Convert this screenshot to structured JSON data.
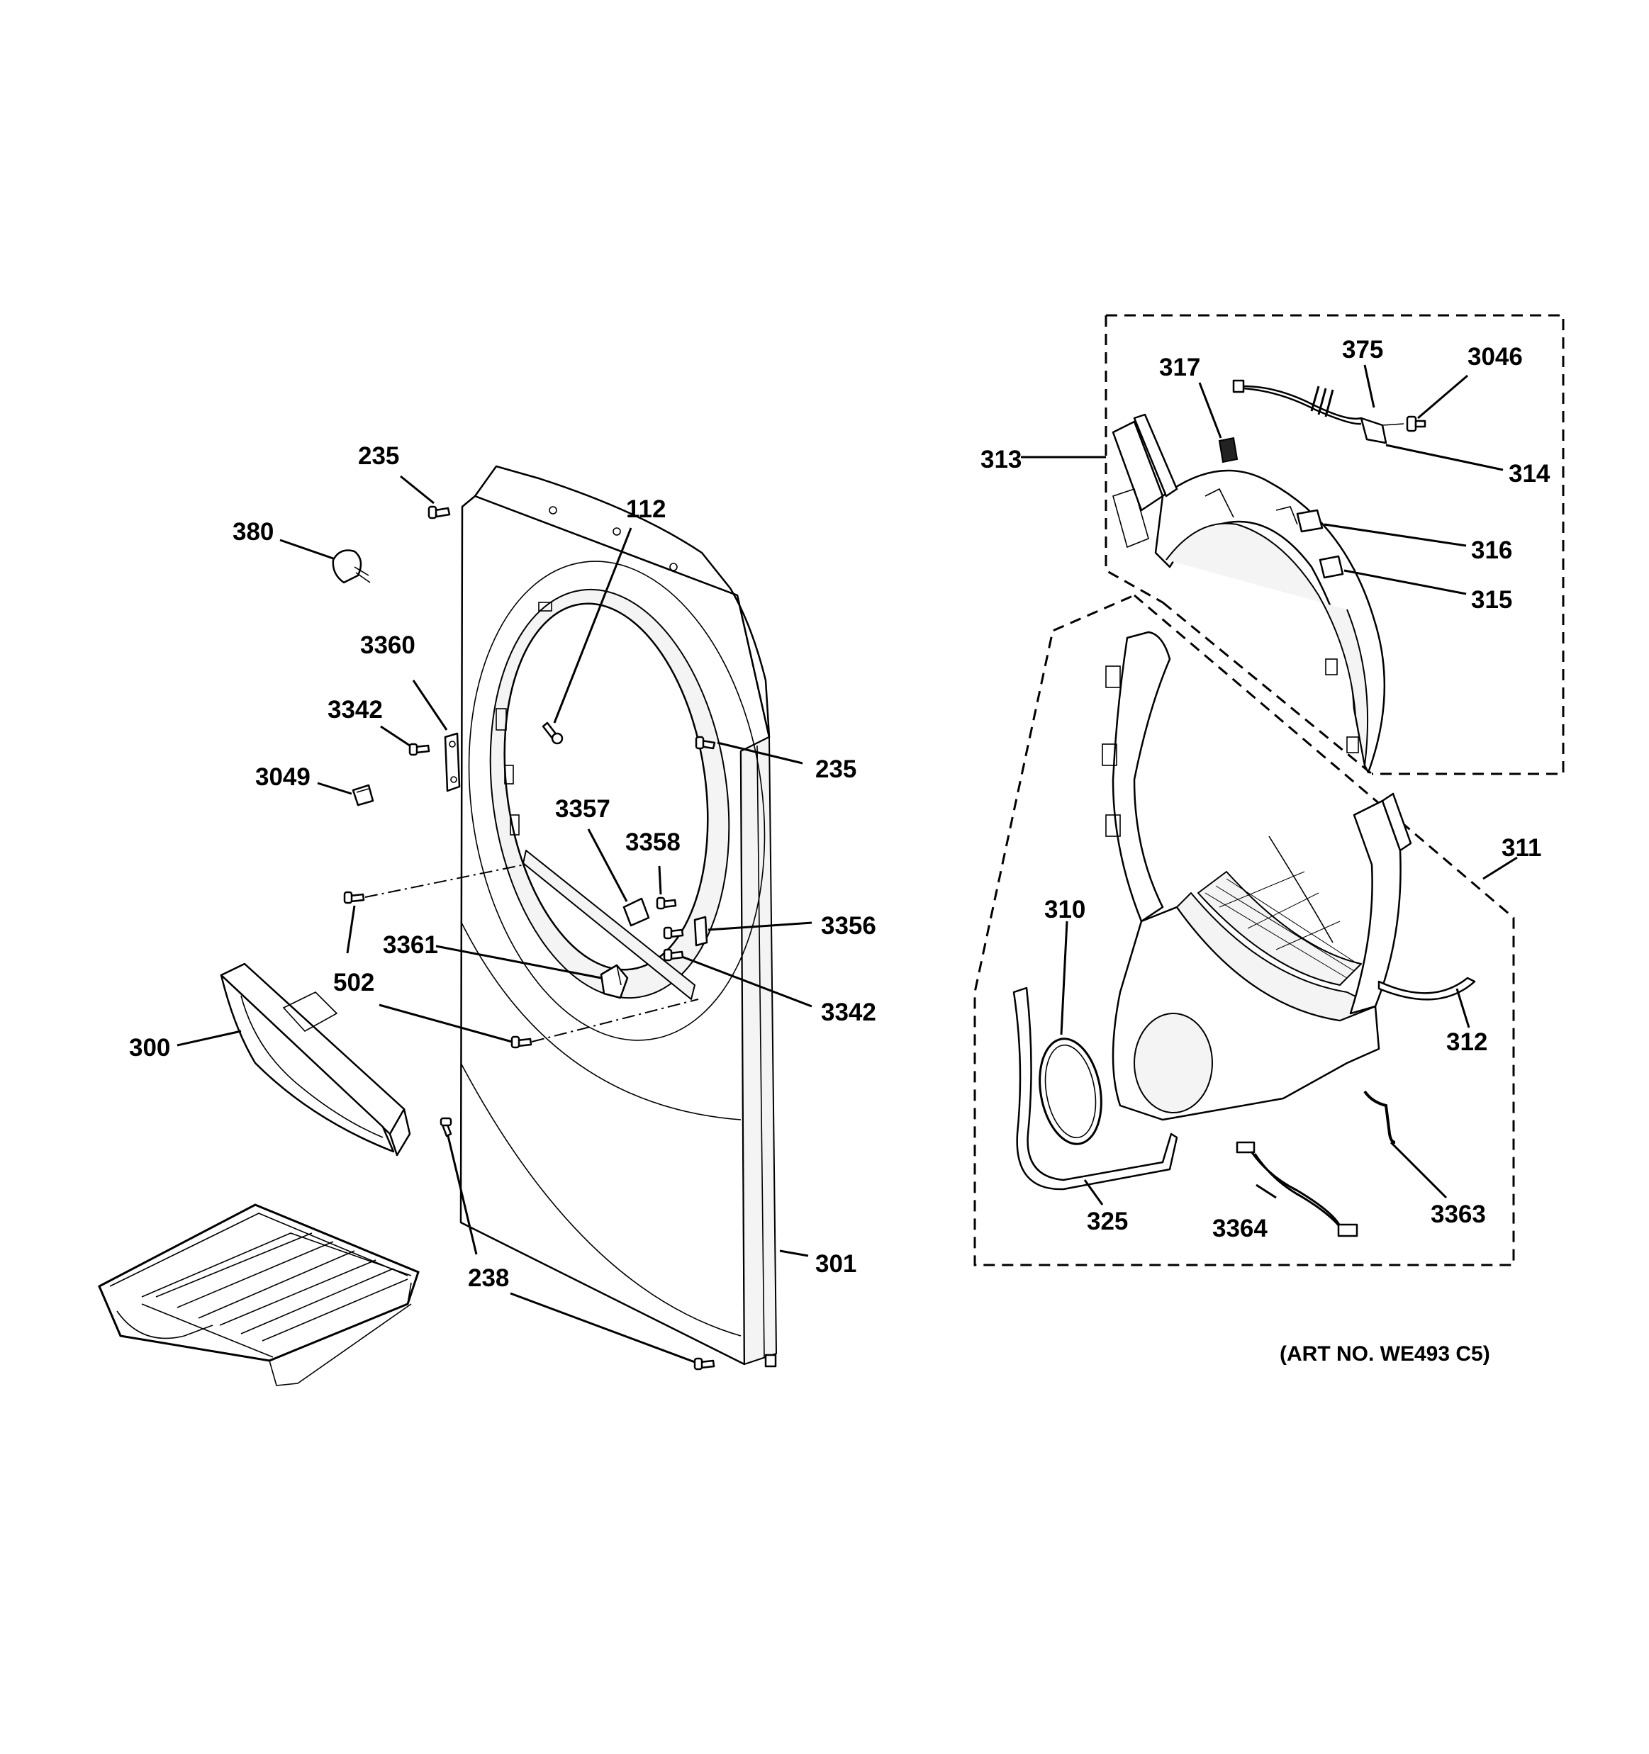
{
  "art_number": "(ART NO. WE493 C5)",
  "callouts": {
    "c235a": "235",
    "c380": "380",
    "c112": "112",
    "c3360": "3360",
    "c3342a": "3342",
    "c3049": "3049",
    "c235b": "235",
    "c3357": "3357",
    "c3358": "3358",
    "c3356": "3356",
    "c3361": "3361",
    "c3342b": "3342",
    "c502": "502",
    "c300": "300",
    "c238": "238",
    "c301": "301",
    "c313": "313",
    "c317": "317",
    "c375": "375",
    "c3046": "3046",
    "c314": "314",
    "c316": "316",
    "c315": "315",
    "c311": "311",
    "c310": "310",
    "c312": "312",
    "c325": "325",
    "c3364": "3364",
    "c3363": "3363"
  }
}
